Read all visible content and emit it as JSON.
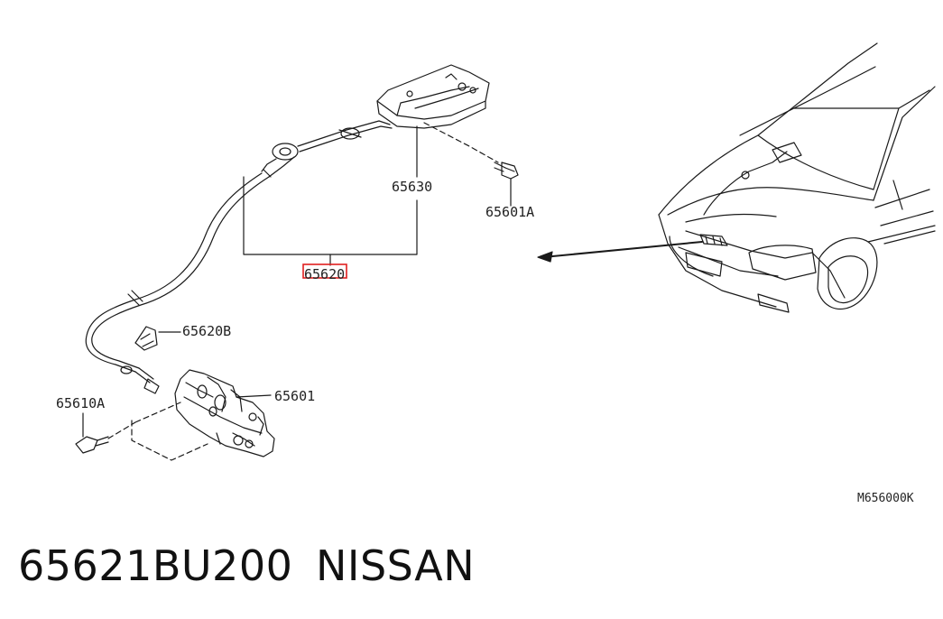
{
  "diagram": {
    "callouts": {
      "p65630": "65630",
      "p65601A": "65601A",
      "p65620": "65620",
      "p65620B": "65620B",
      "p65601": "65601",
      "p65610A": "65610A"
    },
    "drawing_code": "M656000K",
    "highlight_color": "#e02020"
  },
  "footer": {
    "part_number": "65621BU200",
    "brand": "NISSAN"
  }
}
